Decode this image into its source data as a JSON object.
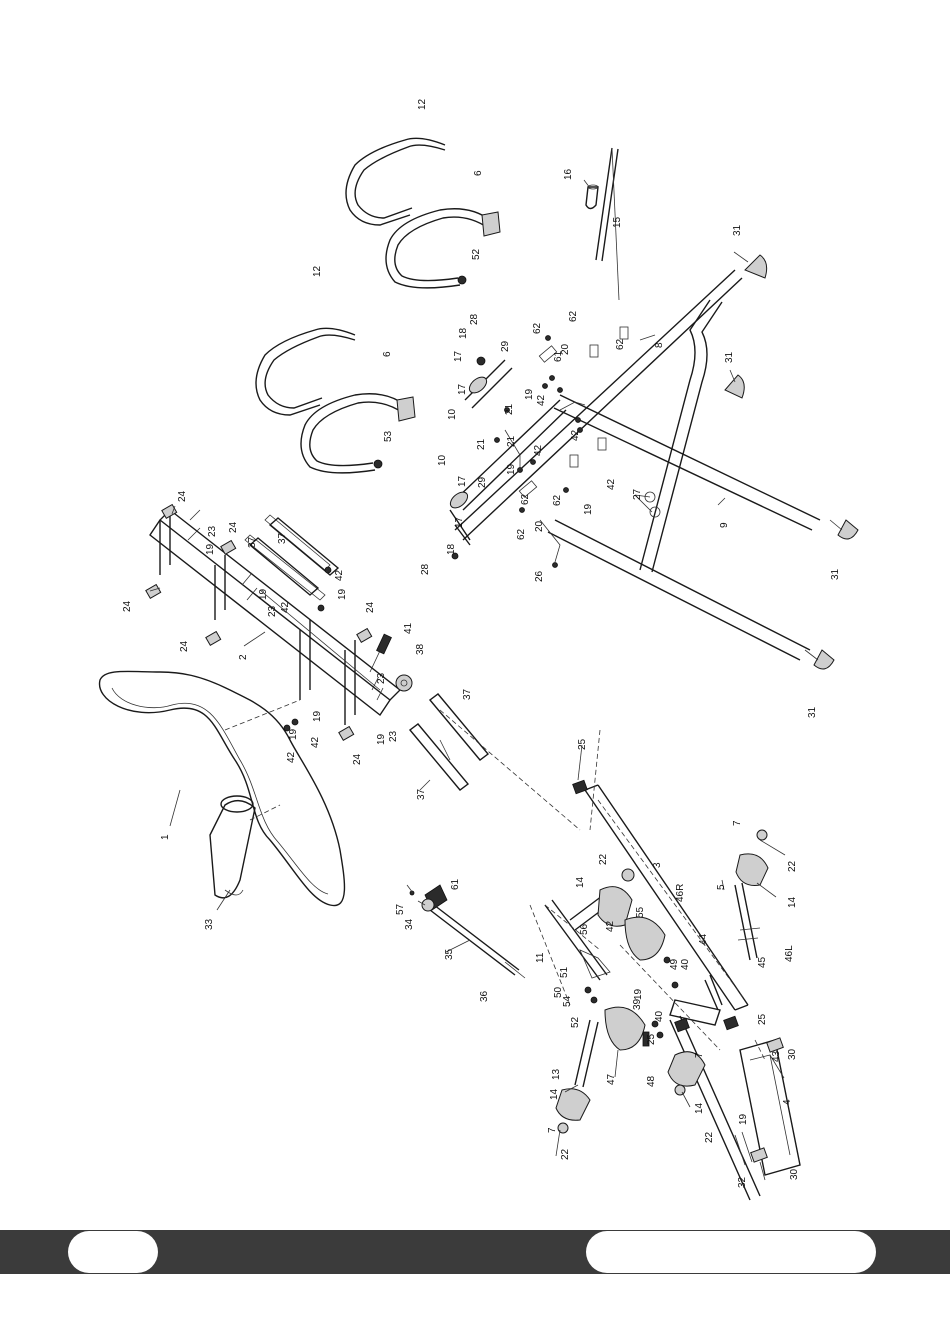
{
  "figure": {
    "kind": "exploded-parts-diagram",
    "orientation": "rotated-90"
  },
  "callouts": [
    "1",
    "2",
    "3",
    "4",
    "5",
    "6",
    "6",
    "7",
    "7",
    "7",
    "8",
    "9",
    "10",
    "10",
    "11",
    "12",
    "12",
    "13",
    "14",
    "14",
    "14",
    "14",
    "15",
    "16",
    "17",
    "17",
    "17",
    "17",
    "18",
    "18",
    "19",
    "19",
    "19",
    "19",
    "19",
    "19",
    "19",
    "19",
    "19",
    "19",
    "19",
    "20",
    "20",
    "21",
    "21",
    "21",
    "22",
    "22",
    "22",
    "22",
    "23",
    "23",
    "23",
    "23",
    "24",
    "24",
    "24",
    "24",
    "24",
    "24",
    "25",
    "25",
    "25",
    "26",
    "27",
    "28",
    "28",
    "29",
    "29",
    "30",
    "30",
    "31",
    "31",
    "31",
    "31",
    "32",
    "33",
    "34",
    "35",
    "36",
    "37",
    "37",
    "37",
    "37",
    "38",
    "39",
    "40",
    "40",
    "41",
    "42",
    "42",
    "42",
    "42",
    "42",
    "42",
    "42",
    "42",
    "42",
    "43",
    "44",
    "45",
    "46L",
    "46R",
    "47",
    "48",
    "49",
    "50",
    "51",
    "52",
    "52",
    "53",
    "54",
    "55",
    "56",
    "57",
    "61",
    "61",
    "62",
    "62",
    "62",
    "62",
    "62",
    "62"
  ],
  "footer": {
    "page_number": "",
    "section_title": ""
  },
  "colors": {
    "footer_bar": "#3b3b3b",
    "line_art": "#1a1a1a",
    "background": "#ffffff"
  }
}
